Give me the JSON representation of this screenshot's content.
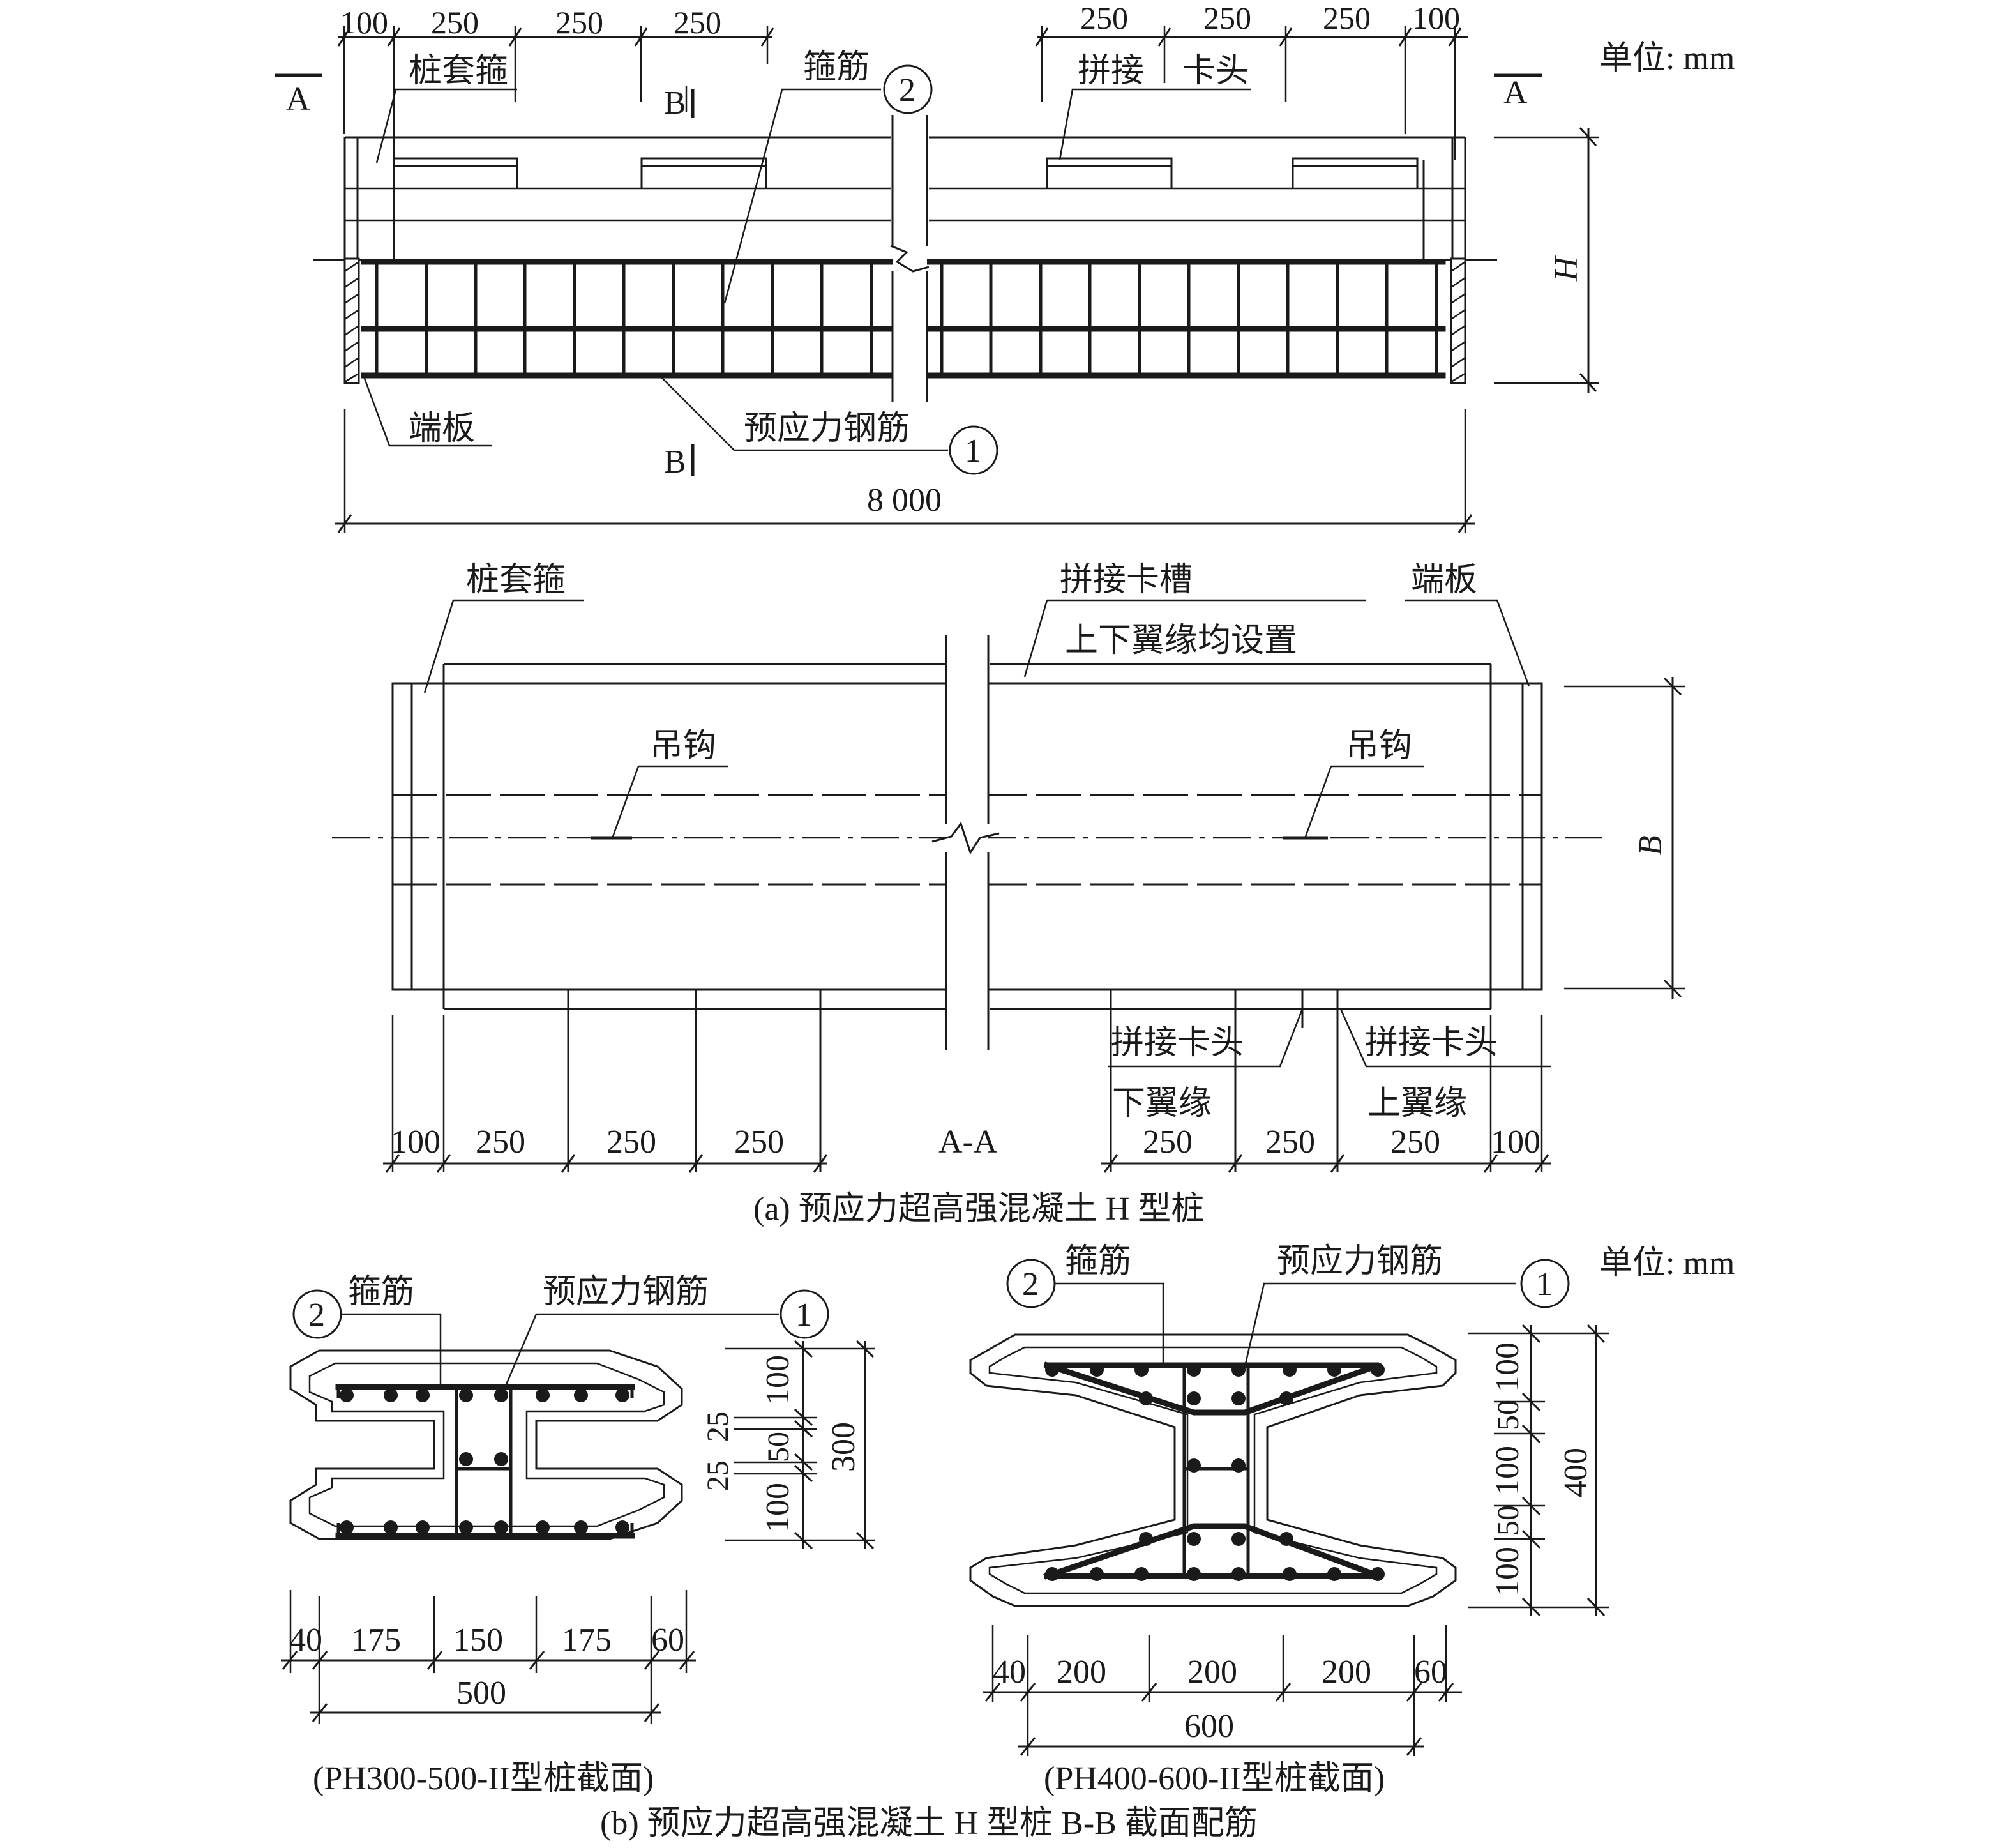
{
  "unit_label": "单位: mm",
  "elevation": {
    "top_dims": [
      "100",
      "250",
      "250",
      "250",
      "250",
      "250",
      "250",
      "100"
    ],
    "section_a": "A",
    "section_b": "B",
    "label_pile_hoop": "桩套箍",
    "label_stirrup": "箍筋",
    "label_splice": "拼接",
    "label_clamp": "卡头",
    "label_end_plate": "端板",
    "label_prestress": "预应力钢筋",
    "marker_1": "1",
    "marker_2": "2",
    "height_symbol": "H",
    "total_length": "8 000"
  },
  "plan": {
    "label_pile_hoop": "桩套箍",
    "label_splice_groove": "拼接卡槽",
    "label_both_flanges": "上下翼缘均设置",
    "label_end_plate": "端板",
    "label_hook_left": "吊钩",
    "label_hook_right": "吊钩",
    "width_symbol": "B",
    "label_splice_clamp_1": "拼接卡头",
    "label_lower_flange": "下翼缘",
    "label_splice_clamp_2": "拼接卡头",
    "label_upper_flange": "上翼缘",
    "bottom_dims": [
      "100",
      "250",
      "250",
      "250",
      "250",
      "250",
      "250",
      "100"
    ],
    "section_name": "A-A"
  },
  "caption_a": "(a) 预应力超高强混凝土 H 型桩",
  "section_small": {
    "label_stirrup": "箍筋",
    "label_prestress": "预应力钢筋",
    "marker_1": "1",
    "marker_2": "2",
    "right_dims": [
      "100",
      "25",
      "50",
      "25",
      "100"
    ],
    "height_total": "300",
    "bottom_dims": [
      "40",
      "175",
      "150",
      "175",
      "60"
    ],
    "width_total": "500",
    "title": "(PH300-500-II型桩截面)"
  },
  "section_large": {
    "unit_label": "单位: mm",
    "label_stirrup": "箍筋",
    "label_prestress": "预应力钢筋",
    "marker_1": "1",
    "marker_2": "2",
    "right_dims": [
      "100",
      "50",
      "100",
      "50",
      "100"
    ],
    "height_total": "400",
    "bottom_dims": [
      "40",
      "200",
      "200",
      "200",
      "60"
    ],
    "width_total": "600",
    "title": "(PH400-600-II型桩截面)"
  },
  "caption_b": "(b) 预应力超高强混凝土 H 型桩 B-B 截面配筋"
}
